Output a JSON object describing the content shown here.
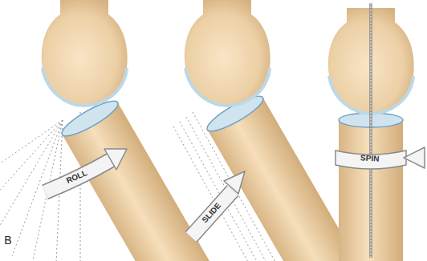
{
  "diagram": {
    "labels": [
      "B",
      "ROLL",
      "SLIDE",
      "SPIN"
    ]
  }
}
